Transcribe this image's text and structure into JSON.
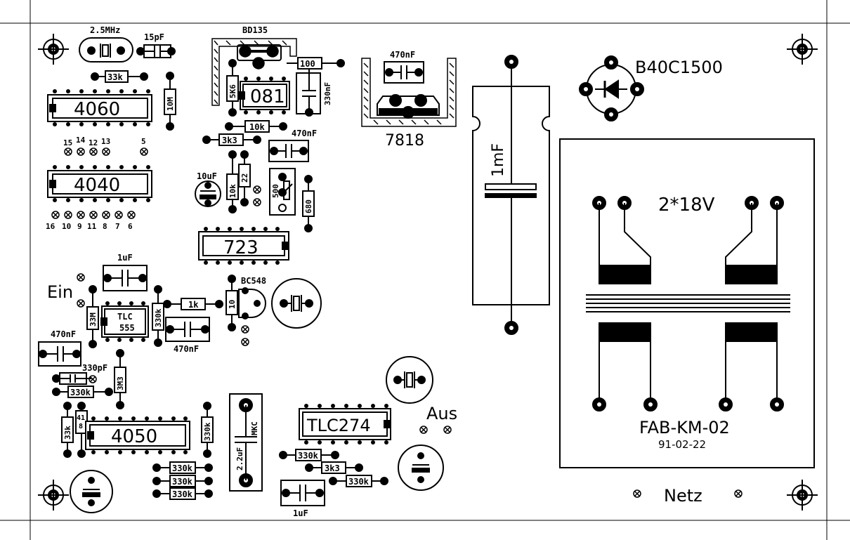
{
  "board": {
    "id": "FAB-KM-02",
    "date": "91-02-22"
  },
  "labels": {
    "crystal": "2.5MHz",
    "c15p": "15pF",
    "transistor_top": "BD135",
    "r33k": "33k",
    "r10M": "10M",
    "r5k6": "5K6",
    "ic081": "081",
    "r100": "100",
    "c330n": "330nF",
    "ic4060": "4060",
    "ic4040": "4040",
    "r10k_a": "10k",
    "r3k3_a": "3k3",
    "c470n_a": "470nF",
    "c10u": "10uF",
    "r10k_b": "10k",
    "r22": "22",
    "pot500": "500",
    "r680": "680",
    "c470n_reg": "470nF",
    "reg7818": "7818",
    "c1mF": "1mF",
    "rectifier": "B40C1500",
    "transformer_voltage": "2*18V",
    "ic723": "723",
    "c1u_a": "1uF",
    "ein": "Ein",
    "r33M": "33M",
    "tlc555": "TLC\n555",
    "r330k_a": "330k",
    "r1k": "1k",
    "r10": "10",
    "bc548": "BC548",
    "c470n_b": "470nF",
    "c470n_c": "470nF",
    "c330p": "330pF",
    "r330k_b": "330k",
    "r3M3": "3M3",
    "r33k_b": "33k",
    "r41k8": "41\n8",
    "ic4050": "4050",
    "r330k_c": "330k",
    "mkc": "MKC",
    "c2u2": "2.2uF",
    "r330k_d": "330k",
    "r330k_e": "330k",
    "r330k_f": "330k",
    "tlc274": "TLC274",
    "aus": "Aus",
    "r330k_g": "330k",
    "r3k3_b": "3k3",
    "r330k_h": "330k",
    "c1u_b": "1uF",
    "netz": "Netz",
    "pins_4060_top": [
      "15",
      "14",
      "12",
      "13",
      "5"
    ],
    "pins_4040_bottom": [
      "16",
      "10",
      "9",
      "11",
      "8",
      "7",
      "6"
    ]
  }
}
